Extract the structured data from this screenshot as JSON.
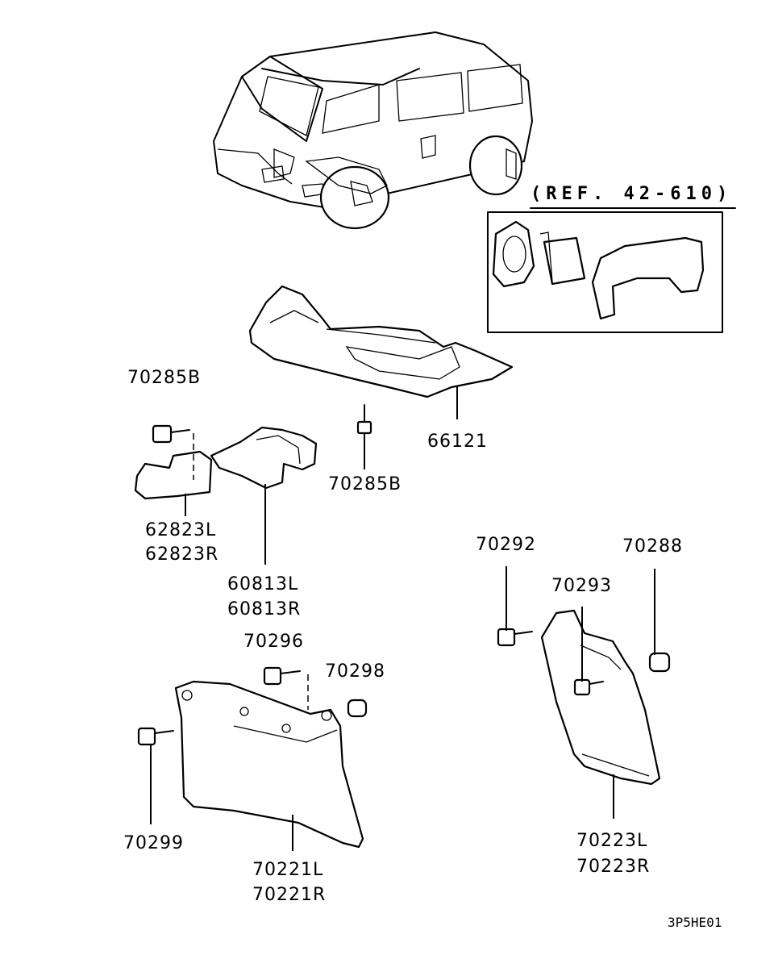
{
  "reference": "(REF. 42-610)",
  "drawing_code": "3P5HE01",
  "parts": {
    "p66121": "66121",
    "p70285b_left": "70285B",
    "p70285b_center": "70285B",
    "p62823l": "62823L",
    "p62823r": "62823R",
    "p60813l": "60813L",
    "p60813r": "60813R",
    "p70292": "70292",
    "p70288": "70288",
    "p70293": "70293",
    "p70296": "70296",
    "p70298": "70298",
    "p70299": "70299",
    "p70221l": "70221L",
    "p70221r": "70221R",
    "p70223l": "70223L",
    "p70223r": "70223R"
  }
}
